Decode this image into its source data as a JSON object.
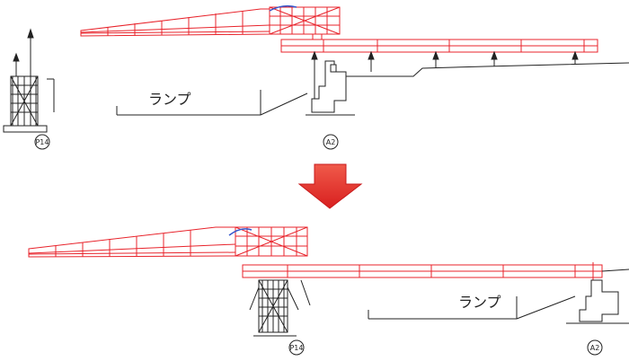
{
  "top": {
    "ramp_label": "ランプ",
    "pier_label": "P14",
    "abutment_label": "A2"
  },
  "bottom": {
    "ramp_label": "ランプ",
    "pier_label": "P14",
    "abutment_label": "A2"
  },
  "colors": {
    "structure_red": "#e8232b",
    "line_black": "#222222",
    "cable_blue": "#3355cc",
    "arrow_red": "#e4342c"
  }
}
